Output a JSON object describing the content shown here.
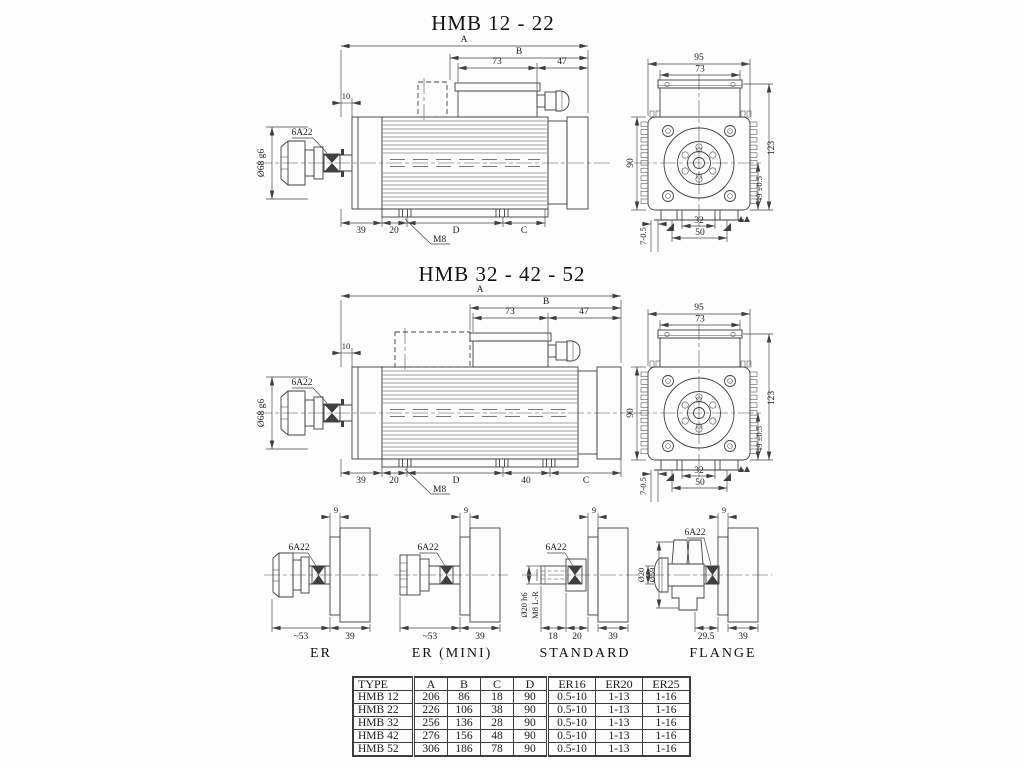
{
  "titles": {
    "t1": "HMB 12 - 22",
    "t2": "HMB 32 - 42 - 52"
  },
  "side": {
    "dim_A": "A",
    "dim_B": "B",
    "dim_73": "73",
    "dim_47": "47",
    "dim_10": "10",
    "shaft_dia": "Ø68 g6",
    "key_label": "6A22",
    "dim_39": "39",
    "dim_20": "20",
    "dim_D": "D",
    "dim_C": "C",
    "dim_40": "40",
    "thread": "M8"
  },
  "front": {
    "dim_95": "95",
    "dim_73": "73",
    "dim_90": "90",
    "dim_123": "123",
    "dim_49": "49 ±0.5",
    "dim_32": "32",
    "dim_50": "50",
    "slot": "7-0.5"
  },
  "ev": {
    "dim_9": "9",
    "key_label": "6A22",
    "er": {
      "name": "ER",
      "len": "~53",
      "d39": "39"
    },
    "er_mini": {
      "name": "ER (MINI)",
      "len": "~53",
      "d39": "39"
    },
    "standard": {
      "name": "STANDARD",
      "shaft": "Ø20 h6",
      "bore": "M8 L-R",
      "d18": "18",
      "d20": "20",
      "d39": "39"
    },
    "flange": {
      "name": "FLANGE",
      "arbor": "Ø20",
      "dia": "Ø59",
      "d295": "29.5",
      "d39": "39"
    }
  },
  "table": {
    "headers": [
      "TYPE",
      "A",
      "B",
      "C",
      "D",
      "ER16",
      "ER20",
      "ER25"
    ],
    "rows": [
      [
        "HMB 12",
        "206",
        "86",
        "18",
        "90",
        "0.5-10",
        "1-13",
        "1-16"
      ],
      [
        "HMB 22",
        "226",
        "106",
        "38",
        "90",
        "0.5-10",
        "1-13",
        "1-16"
      ],
      [
        "HMB 32",
        "256",
        "136",
        "28",
        "90",
        "0.5-10",
        "1-13",
        "1-16"
      ],
      [
        "HMB 42",
        "276",
        "156",
        "48",
        "90",
        "0.5-10",
        "1-13",
        "1-16"
      ],
      [
        "HMB 52",
        "306",
        "186",
        "78",
        "90",
        "0.5-10",
        "1-13",
        "1-16"
      ]
    ]
  }
}
